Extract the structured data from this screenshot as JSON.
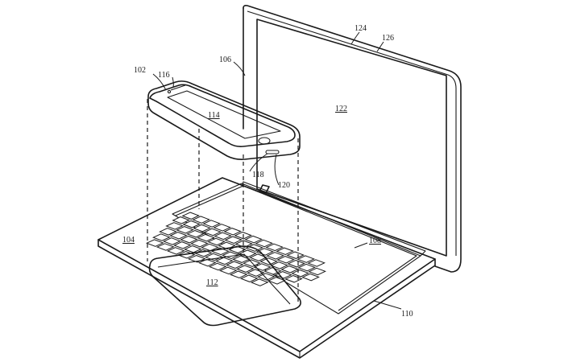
{
  "labels": {
    "ref_102": "102",
    "ref_104": "104",
    "ref_106": "106",
    "ref_108": "108",
    "ref_110": "110",
    "ref_112": "112",
    "ref_114": "114",
    "ref_116": "116",
    "ref_118": "118",
    "ref_120": "120",
    "ref_122": "122",
    "ref_124": "124",
    "ref_126": "126"
  },
  "colors": {
    "line": "#1a1a1a",
    "background": "#ffffff"
  }
}
